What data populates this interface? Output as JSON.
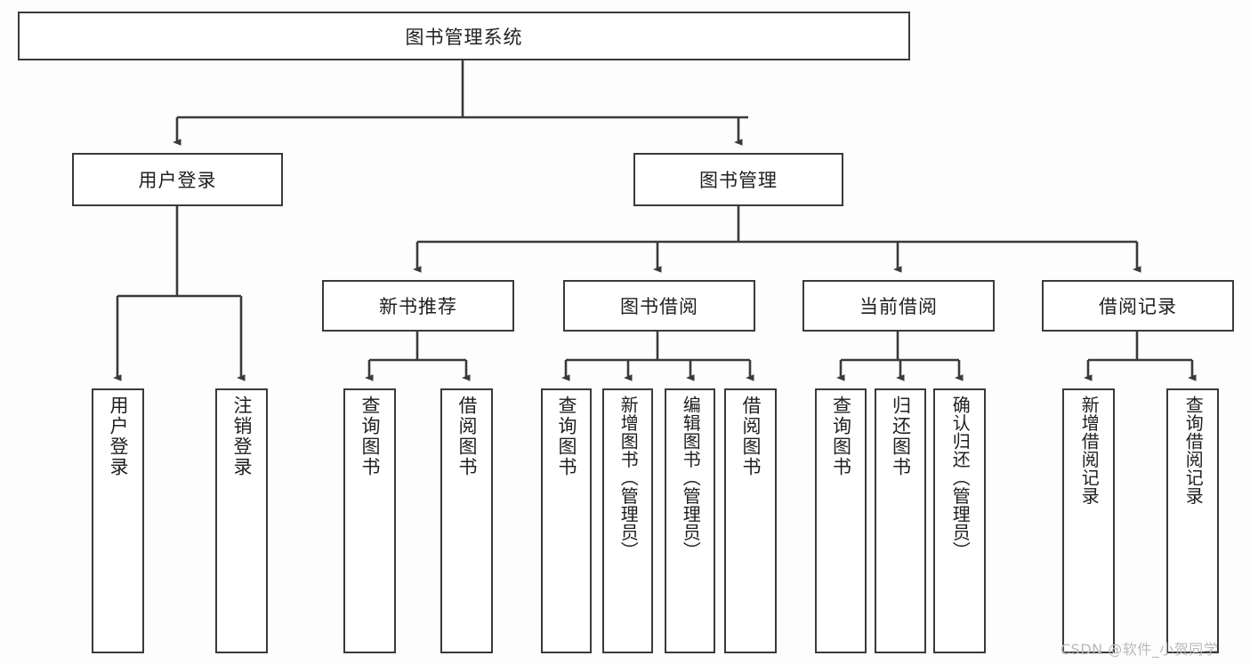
{
  "diagram": {
    "title": "图书管理系统",
    "root": {
      "label": "图书管理系统"
    },
    "level1": [
      {
        "label": "用户登录"
      },
      {
        "label": "图书管理"
      }
    ],
    "level2": [
      {
        "label": "新书推荐"
      },
      {
        "label": "图书借阅"
      },
      {
        "label": "当前借阅"
      },
      {
        "label": "借阅记录"
      }
    ],
    "leaves": {
      "user_login": [
        {
          "label": "用户登录"
        },
        {
          "label": "注销登录"
        }
      ],
      "new_book_recommend": [
        {
          "label": "查询图书"
        },
        {
          "label": "借阅图书"
        }
      ],
      "book_borrow": [
        {
          "label": "查询图书"
        },
        {
          "label": "新增图书（管理员）"
        },
        {
          "label": "编辑图书（管理员）"
        },
        {
          "label": "借阅图书"
        }
      ],
      "current_borrow": [
        {
          "label": "查询图书"
        },
        {
          "label": "归还图书"
        },
        {
          "label": "确认归还（管理员）"
        }
      ],
      "borrow_record": [
        {
          "label": "新增借阅记录"
        },
        {
          "label": "查询借阅记录"
        }
      ]
    }
  },
  "watermark": {
    "text": "CSDN @软件_小贺同学"
  },
  "colors": {
    "border": "#3a3a3a",
    "text": "#1f1f1f",
    "background": "#fdfdfd",
    "watermark": "#b9b9b9"
  }
}
